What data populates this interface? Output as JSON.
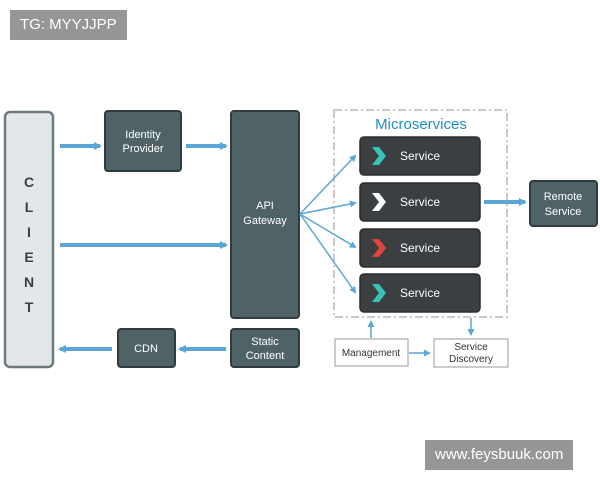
{
  "watermarks": {
    "top_left": "TG: MYYJJPP",
    "bottom_right": "www.feysbuuk.com"
  },
  "colors": {
    "box_dark": "#4f6367",
    "box_darker": "#3b3f42",
    "box_border": "#2f3b3e",
    "arrow_blue": "#5aa6d6",
    "client_fill": "#e3e7ea",
    "dashed_border": "#b8b8b8",
    "title_blue": "#1d8fc8",
    "chevron_teal": "#38c3b7",
    "chevron_white": "#ffffff",
    "chevron_red": "#e0443e"
  },
  "client": {
    "letters": [
      "C",
      "L",
      "I",
      "E",
      "N",
      "T"
    ]
  },
  "identity_provider": {
    "line1": "Identity",
    "line2": "Provider"
  },
  "api_gateway": {
    "line1": "API",
    "line2": "Gateway"
  },
  "static_content": {
    "line1": "Static",
    "line2": "Content"
  },
  "cdn": {
    "label": "CDN"
  },
  "microservices": {
    "title": "Microservices",
    "services": [
      {
        "label": "Service",
        "chevron": "teal"
      },
      {
        "label": "Service",
        "chevron": "white"
      },
      {
        "label": "Service",
        "chevron": "red"
      },
      {
        "label": "Service",
        "chevron": "teal"
      }
    ]
  },
  "remote_service": {
    "line1": "Remote",
    "line2": "Service"
  },
  "management": {
    "label": "Management"
  },
  "service_discovery": {
    "line1": "Service",
    "line2": "Discovery"
  }
}
